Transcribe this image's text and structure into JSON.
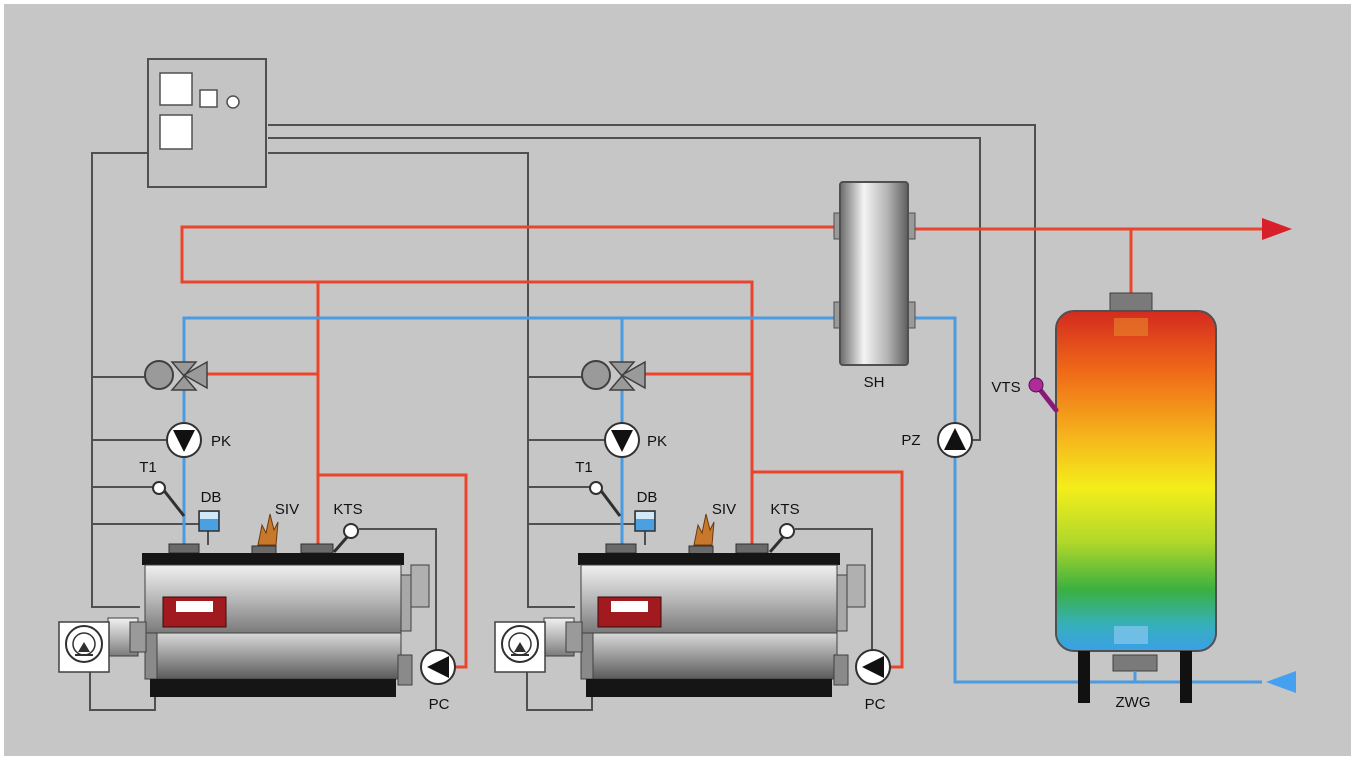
{
  "labels": {
    "sh": "SH",
    "vts": "VTS",
    "pz": "PZ",
    "zwg": "ZWG",
    "boiler1": {
      "pk": "PK",
      "t1": "T1",
      "db": "DB",
      "siv": "SIV",
      "kts": "KTS",
      "pc": "PC"
    },
    "boiler2": {
      "pk": "PK",
      "t1": "T1",
      "db": "DB",
      "siv": "SIV",
      "kts": "KTS",
      "pc": "PC"
    }
  },
  "colors": {
    "background": "#c6c6c6",
    "frame": "#ffffff",
    "hot_pipe": "#e8452c",
    "cold_pipe": "#4a9be0",
    "control_wire": "#505050",
    "hot_arrow": "#d8202a",
    "cold_arrow": "#45a0f0"
  }
}
